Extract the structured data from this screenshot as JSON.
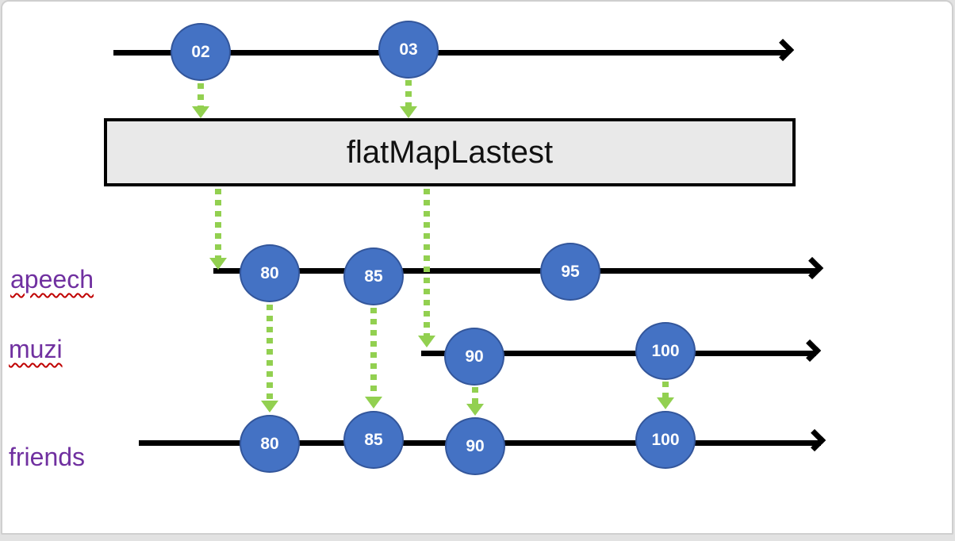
{
  "page": {
    "operator_label": "flatMapLastest",
    "source_stream": {
      "marbles": [
        "02",
        "03"
      ]
    },
    "result_streams": [
      {
        "label": "apeech",
        "marbles": [
          "80",
          "85",
          "95"
        ]
      },
      {
        "label": "muzi",
        "marbles": [
          "90",
          "100"
        ]
      },
      {
        "label": "friends",
        "marbles": [
          "80",
          "85",
          "90",
          "100"
        ]
      }
    ],
    "colors": {
      "marble_fill": "#4472C4",
      "marble_border": "#33569B",
      "arrow_green": "#92D050",
      "label_purple": "#7030A0",
      "underline_red": "#C00000",
      "box_fill": "#E9E9E9",
      "timeline_black": "#000000"
    }
  }
}
